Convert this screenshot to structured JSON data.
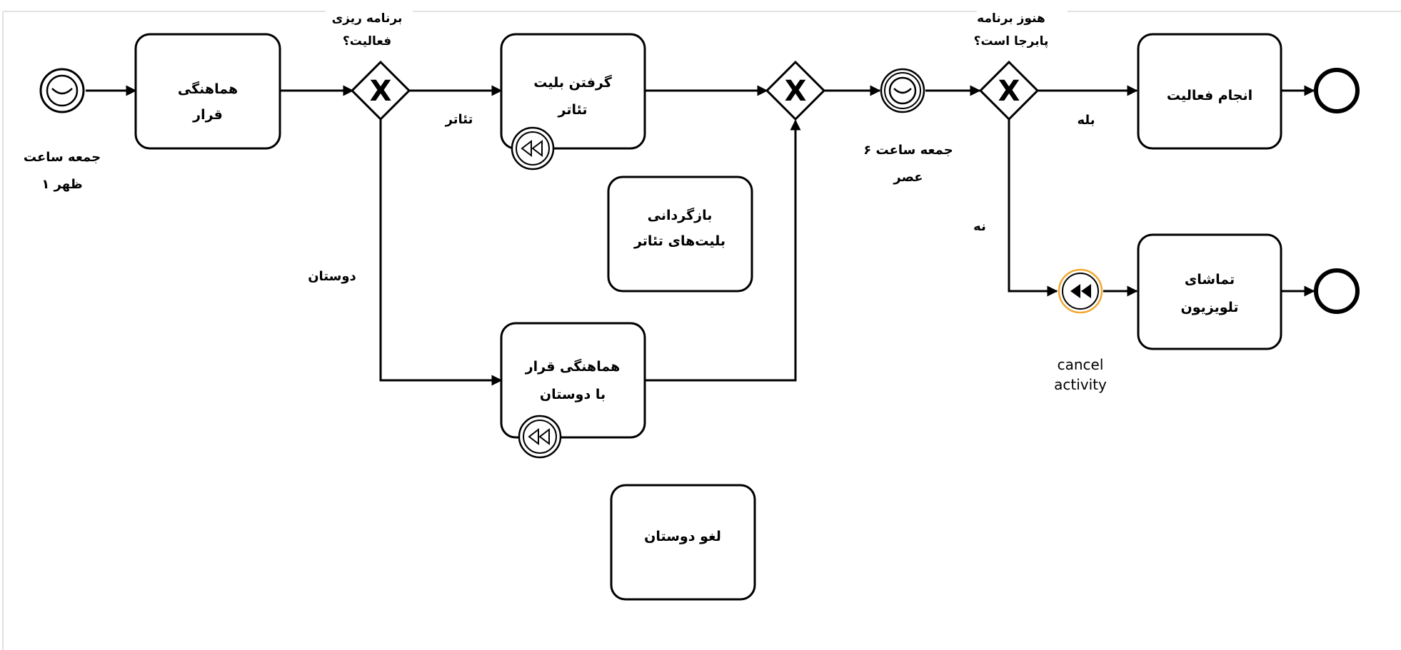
{
  "tasks": {
    "coordinate_date": [
      "هماهنگی",
      "قرار"
    ],
    "get_ticket": [
      "گرفتن بلیت",
      "تئاتر"
    ],
    "return_tickets": [
      "بازگردانی",
      "بلیت‌های تئاتر"
    ],
    "coordinate_friends": [
      "هماهنگی قرار",
      "با دوستان"
    ],
    "cancel_friends": [
      "لغو دوستان"
    ],
    "do_activity": [
      "انجام فعالیت"
    ],
    "watch_tv": [
      "تماشای",
      "تلویزیون"
    ]
  },
  "events": {
    "start_timer": [
      "جمعه ساعت",
      "۱ ظهر"
    ],
    "intermediate_timer": [
      "جمعه ساعت ۶",
      "عصر"
    ],
    "cancel_event": [
      "cancel",
      "activity"
    ]
  },
  "gateways": {
    "plan_activity": [
      "برنامه ریزی",
      "فعالیت؟"
    ],
    "still_planned": [
      "هنوز برنامه",
      "پابرجا است؟"
    ],
    "marker": "X"
  },
  "flow_labels": {
    "theatre": "تئاتر",
    "friends": "دوستان",
    "yes": "بله",
    "no": "نه"
  },
  "colors": {
    "cancel_event_ring": "#f0a830"
  }
}
